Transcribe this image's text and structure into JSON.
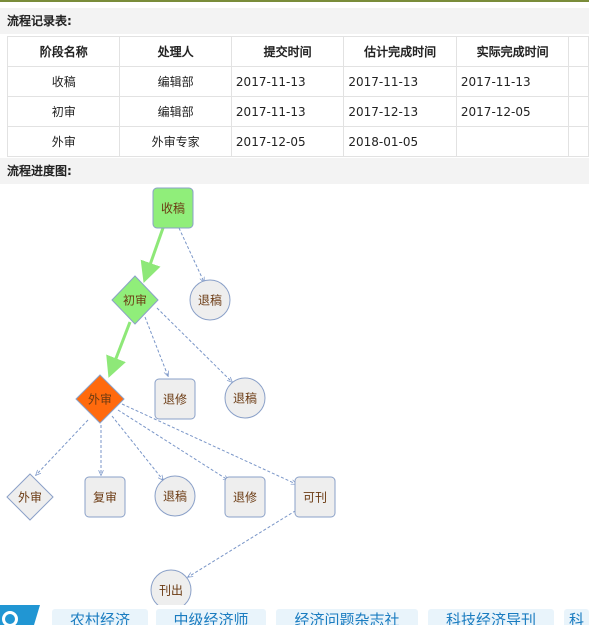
{
  "records": {
    "title": "流程记录表:",
    "headers": [
      "阶段名称",
      "处理人",
      "提交时间",
      "估计完成时间",
      "实际完成时间"
    ],
    "rows": [
      [
        "收稿",
        "编辑部",
        "2017-11-13",
        "2017-11-13",
        "2017-11-13"
      ],
      [
        "初审",
        "编辑部",
        "2017-11-13",
        "2017-12-13",
        "2017-12-05"
      ],
      [
        "外审",
        "外审专家",
        "2017-12-05",
        "2018-01-05",
        ""
      ]
    ]
  },
  "flow": {
    "title": "流程进度图:",
    "nodes": {
      "shougao": "收稿",
      "chushen": "初审",
      "tuigao1": "退稿",
      "waishen": "外审",
      "tuixiu1": "退修",
      "tuigao2": "退稿",
      "waishen2": "外审",
      "fushen": "复审",
      "tuigao3": "退稿",
      "tuixiu2": "退修",
      "kekan": "可刊",
      "kanchu": "刊出"
    },
    "colors": {
      "done": "#90ee7a",
      "current": "#ff6a0d",
      "pending": "#eeeeee",
      "border": "#8aa0c8",
      "active_arrow": "#8ee878",
      "dashed_arrow": "#7a96c8"
    }
  },
  "bottom_tabs": [
    "农村经济",
    "中级经济师",
    "经济问题杂志社",
    "科技经济导刊",
    "科"
  ]
}
